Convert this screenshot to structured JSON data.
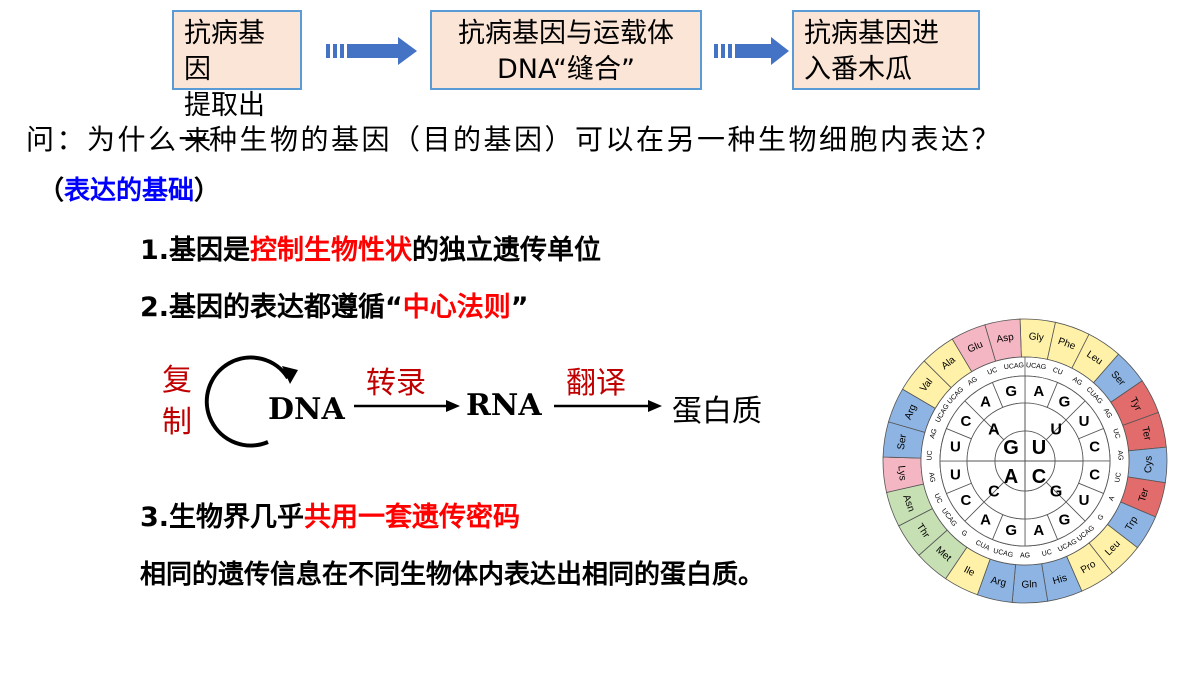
{
  "flow": {
    "step1": [
      "抗病基因",
      "提取出来"
    ],
    "step2": [
      "抗病基因与运载体",
      "DNA“缝合”"
    ],
    "step3": [
      "抗病基因进",
      "入番木瓜"
    ]
  },
  "question": "问：为什么一种生物的基因（目的基因）可以在另一种生物细胞内表达？",
  "basis": {
    "open": "（",
    "text": "表达的基础",
    "close": "）"
  },
  "points": [
    {
      "prefix": "1.基因是",
      "highlight": "控制生物性状",
      "suffix": "的独立遗传单位"
    },
    {
      "prefix": "2.基因的表达都遵循“",
      "highlight": "中心法则",
      "suffix": "”"
    },
    {
      "prefix": "3.生物界几乎",
      "highlight": "共用一套遗传密码",
      "suffix": ""
    }
  ],
  "dogma": {
    "replication": [
      "复",
      "制"
    ],
    "dna": "DNA",
    "transcription": "转录",
    "rna": "RNA",
    "translation": "翻译",
    "protein": "蛋白质"
  },
  "summary": "相同的遗传信息在不同生物体内表达出相同的蛋白质。",
  "codon_wheel": {
    "inner": [
      "G",
      "U",
      "A",
      "C"
    ],
    "second_ring": [
      "A",
      "G",
      "U",
      "C",
      "C",
      "U",
      "G",
      "A",
      "G",
      "A",
      "C",
      "U",
      "U",
      "C",
      "A",
      "G"
    ],
    "amino_acids": [
      "Gly",
      "Phe",
      "Leu",
      "Ser",
      "Tyr",
      "Ter",
      "Cys",
      "Ter",
      "Trp",
      "Leu",
      "Pro",
      "His",
      "Gln",
      "Arg",
      "Ile",
      "Met",
      "Thr",
      "Asn",
      "Lys",
      "Ser",
      "Arg",
      "Val",
      "Ala",
      "Glu",
      "Asp"
    ],
    "third_labels": [
      "UCAG",
      "CU",
      "AG",
      "CUAG",
      "AG",
      "UC",
      "AG",
      "UC",
      "A",
      "G",
      "UCAG",
      "UCAG",
      "UC",
      "AG",
      "UCAG",
      "CUA",
      "G",
      "UCAG",
      "UC",
      "AG",
      "UC",
      "AG",
      "UCAG",
      "UCAG",
      "AG",
      "UC",
      "UCAG"
    ]
  },
  "colors": {
    "box_fill": "#fbe5d6",
    "box_border": "#5b9bd5",
    "arrow": "#4472c4",
    "highlight_red": "#ff0000",
    "dogma_red": "#c00000",
    "basis_blue": "#0000ff",
    "aa_pink": "#f4b6c2",
    "aa_yellow": "#fff2a8",
    "aa_blue": "#8db4e2",
    "aa_green": "#c6e0b4",
    "aa_red": "#e26b6b"
  }
}
